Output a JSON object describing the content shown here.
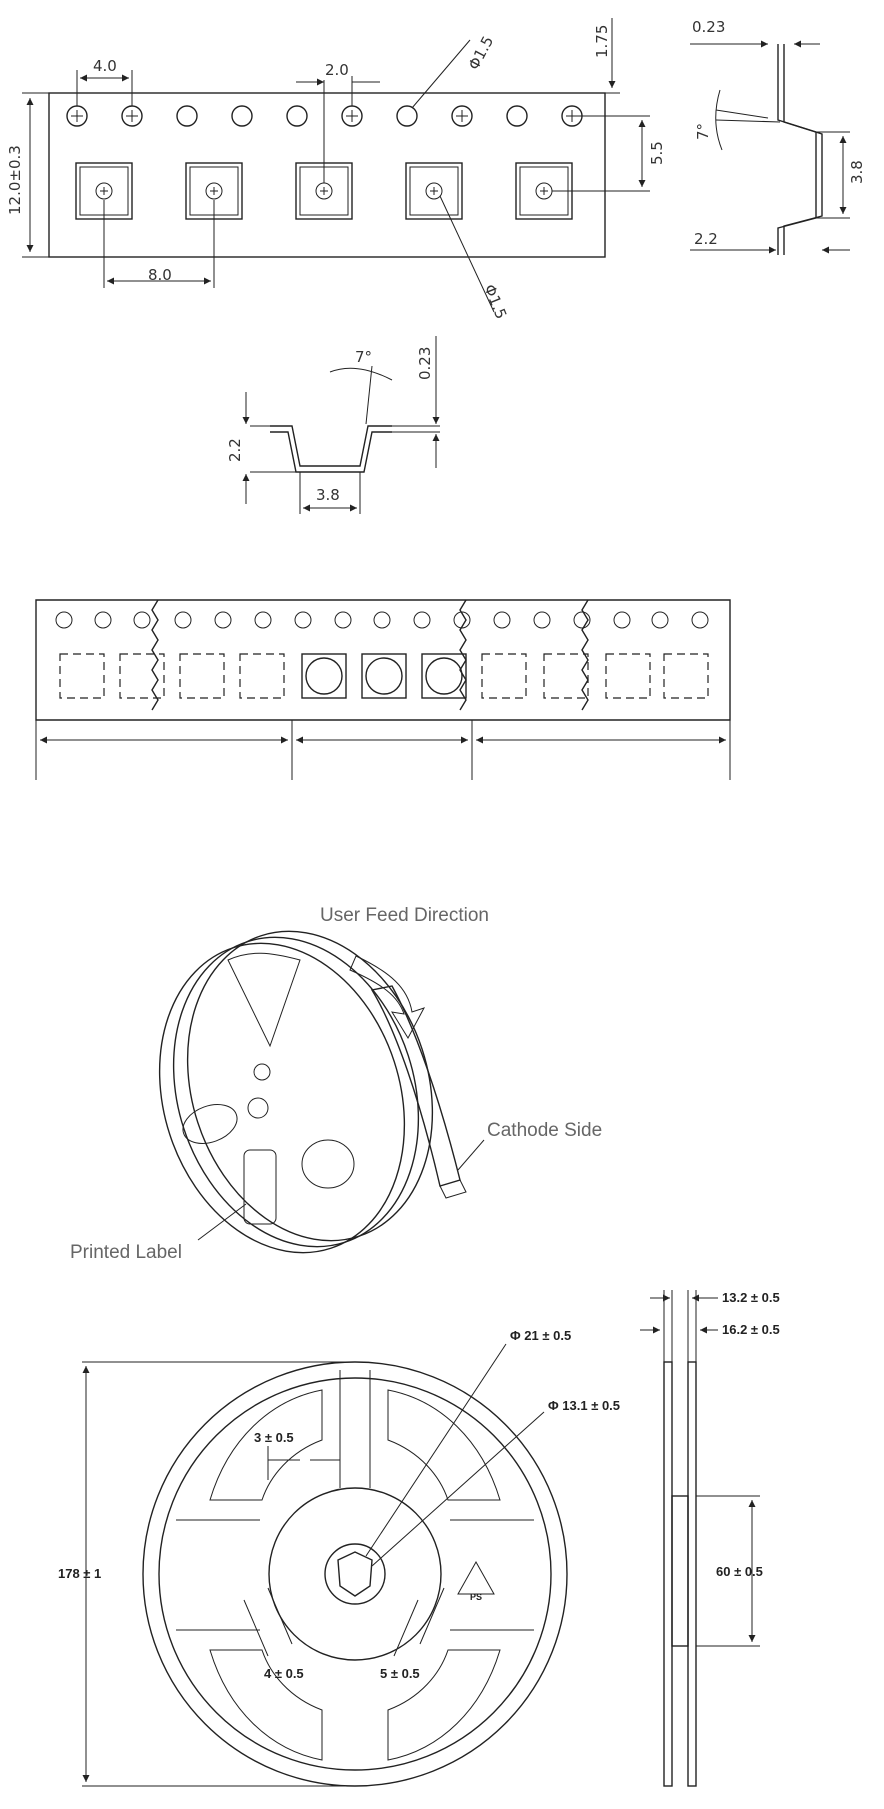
{
  "tape_top_view": {
    "width_label": "12.0±0.3",
    "pitch_hole_label": "4.0",
    "offset_label": "2.0",
    "hole_dia_label": "Φ1.5",
    "edge_label": "1.75",
    "pocket_center_label": "5.5",
    "pocket_pitch_label": "8.0",
    "pocket_hole_dia_label": "Φ1.5"
  },
  "side_section": {
    "thickness_label": "0.23",
    "angle_label": "7°",
    "depth_label": "3.8",
    "height_label": "2.2"
  },
  "front_section": {
    "angle_label": "7°",
    "thickness_label": "0.23",
    "height_label": "2.2",
    "width_label": "3.8"
  },
  "reel_perspective": {
    "feed_label": "User Feed Direction",
    "cathode_label": "Cathode Side",
    "printed_label": "Printed Label"
  },
  "reel_dimensions": {
    "outer_dia": "178 ± 1",
    "hub_outer": "Φ 21 ± 0.5",
    "hub_inner": "Φ 13.1 ± 0.5",
    "key_width": "3 ± 0.5",
    "slot_left": "4 ± 0.5",
    "slot_right": "5 ± 0.5",
    "width_inner": "13.2 ± 0.5",
    "width_outer": "16.2 ± 0.5",
    "hub_height": "60 ± 0.5",
    "recycle_mark": "PS"
  }
}
